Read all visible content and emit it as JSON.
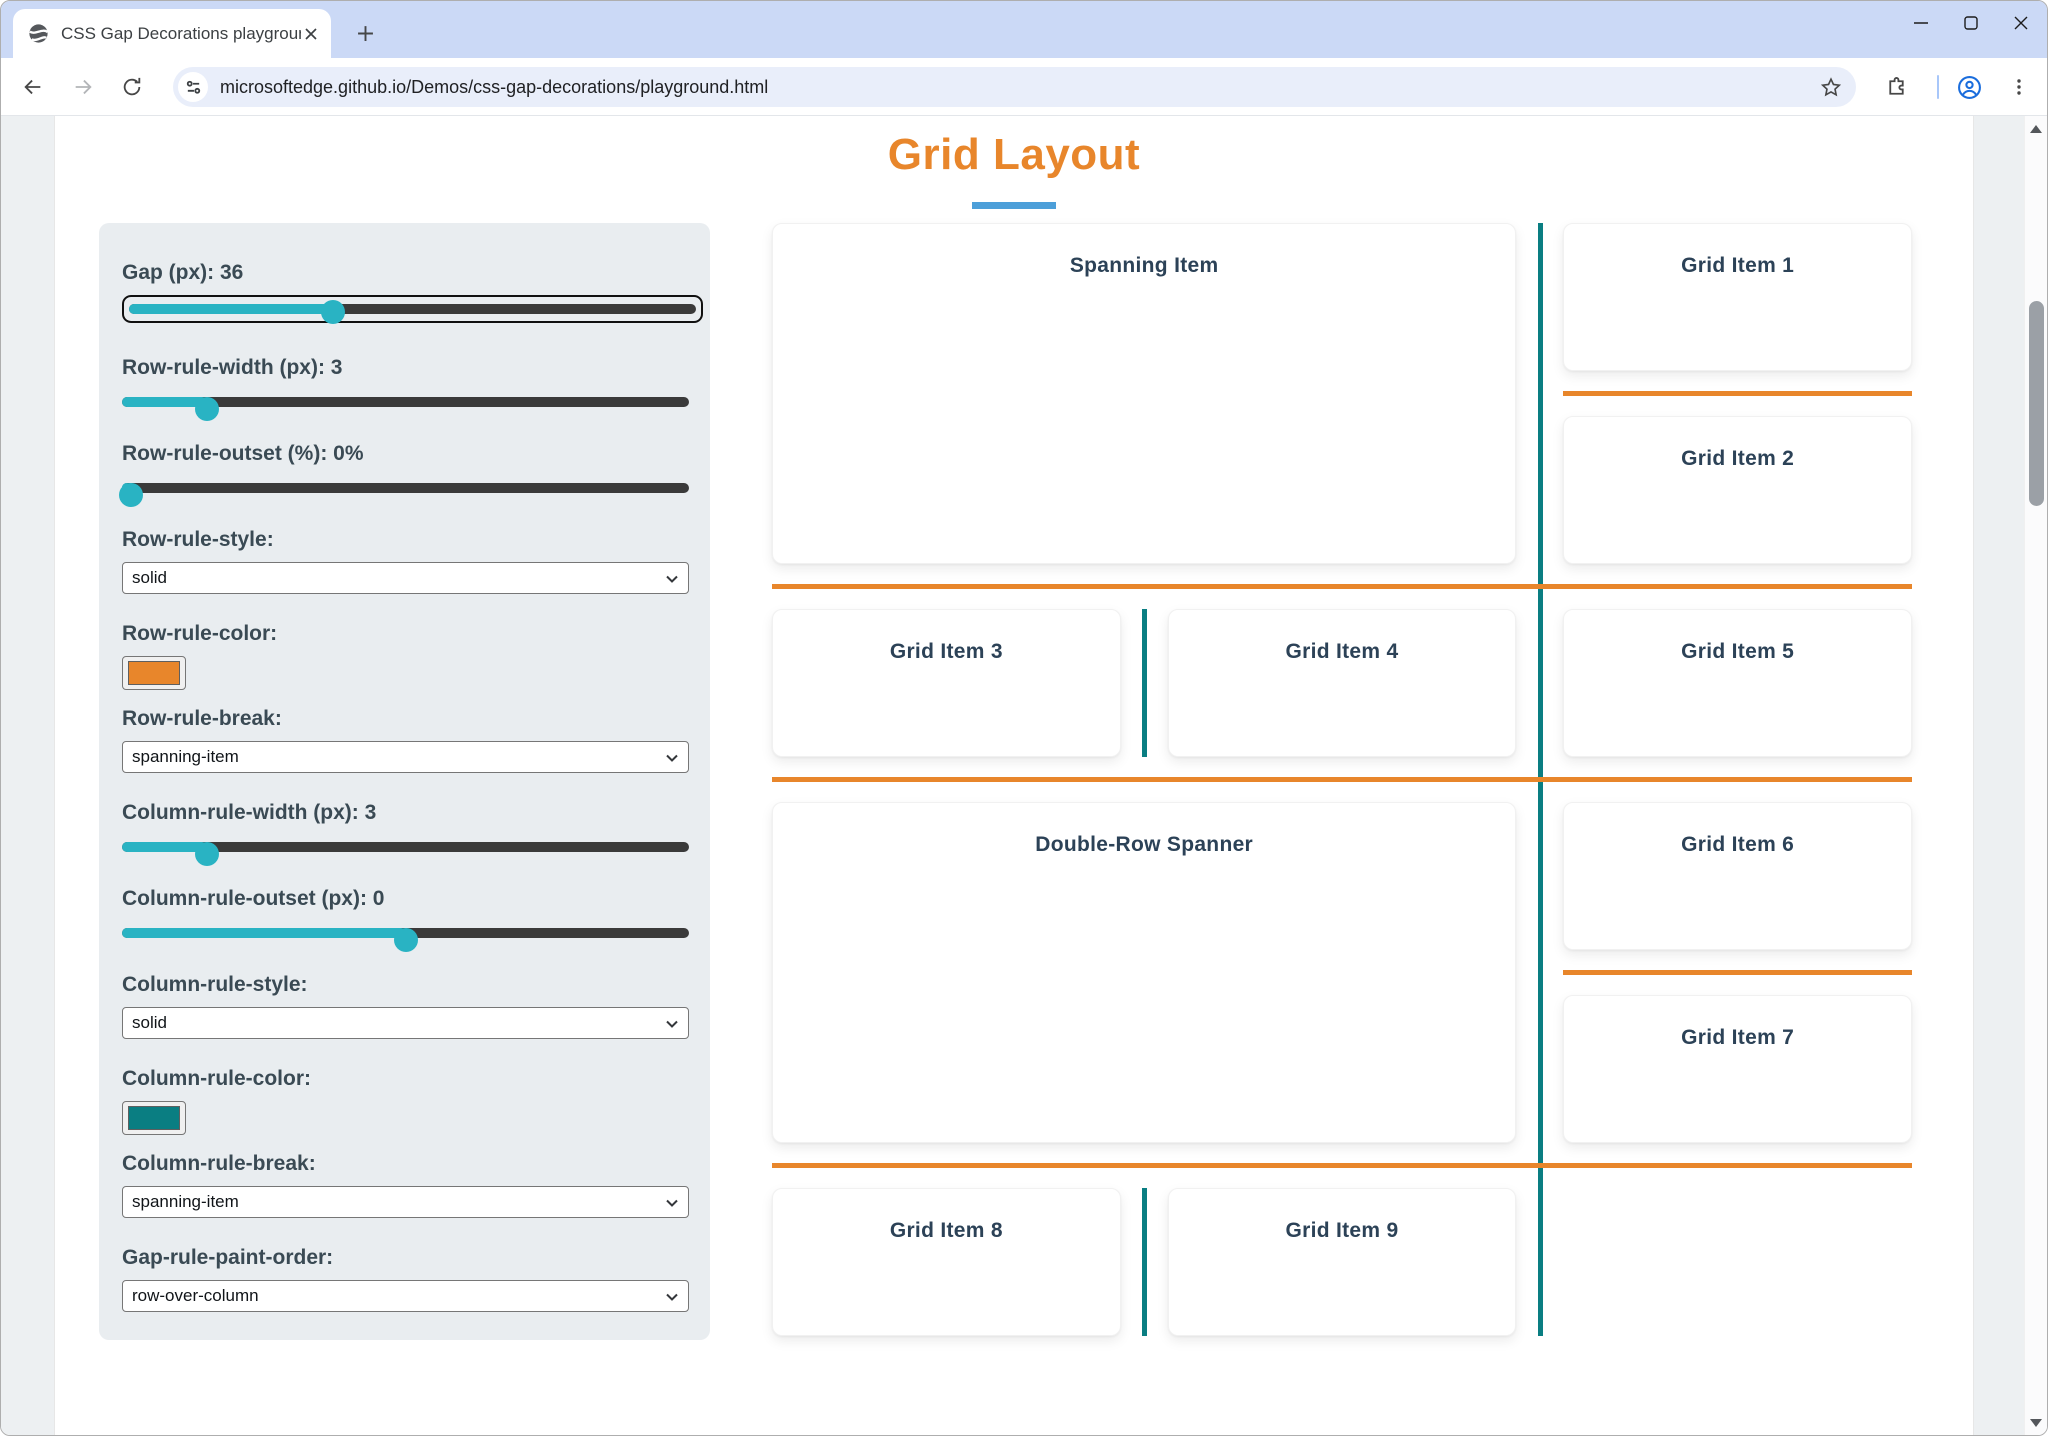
{
  "browser": {
    "tab": {
      "title": "CSS Gap Decorations playgroun",
      "favicon": "globe-icon"
    },
    "new_tab_label": "+",
    "url": "microsoftedge.github.io/Demos/css-gap-decorations/playground.html",
    "window_controls": [
      "minimize",
      "maximize",
      "close"
    ]
  },
  "page": {
    "title": "Grid Layout"
  },
  "sidebar": {
    "controls": [
      {
        "id": "gap",
        "type": "range",
        "label": "Gap (px): 36",
        "percent": 36,
        "focused": true
      },
      {
        "id": "row-rule-width",
        "type": "range",
        "label": "Row-rule-width (px): 3",
        "percent": 15
      },
      {
        "id": "row-rule-outset",
        "type": "range",
        "label": "Row-rule-outset (%): 0%",
        "percent": 1.5
      },
      {
        "id": "row-rule-style",
        "type": "select",
        "label": "Row-rule-style:",
        "value": "solid"
      },
      {
        "id": "row-rule-color",
        "type": "color",
        "label": "Row-rule-color:",
        "value": "#e8862b"
      },
      {
        "id": "row-rule-break",
        "type": "select",
        "label": "Row-rule-break:",
        "value": "spanning-item"
      },
      {
        "id": "column-rule-width",
        "type": "range",
        "label": "Column-rule-width (px): 3",
        "percent": 15
      },
      {
        "id": "column-rule-outset",
        "type": "range",
        "label": "Column-rule-outset (px): 0",
        "percent": 50
      },
      {
        "id": "column-rule-style",
        "type": "select",
        "label": "Column-rule-style:",
        "value": "solid"
      },
      {
        "id": "column-rule-color",
        "type": "color",
        "label": "Column-rule-color:",
        "value": "#0a7e82"
      },
      {
        "id": "column-rule-break",
        "type": "select",
        "label": "Column-rule-break:",
        "value": "spanning-item"
      },
      {
        "id": "gap-rule-paint-order",
        "type": "select",
        "label": "Gap-rule-paint-order:",
        "value": "row-over-column"
      }
    ]
  },
  "grid": {
    "items": [
      {
        "label": "Spanning Item"
      },
      {
        "label": "Grid Item 1"
      },
      {
        "label": "Grid Item 2"
      },
      {
        "label": "Grid Item 3"
      },
      {
        "label": "Grid Item 4"
      },
      {
        "label": "Grid Item 5"
      },
      {
        "label": "Double-Row Spanner"
      },
      {
        "label": "Grid Item 6"
      },
      {
        "label": "Grid Item 7"
      },
      {
        "label": "Grid Item 8"
      },
      {
        "label": "Grid Item 9"
      }
    ]
  },
  "theme": {
    "title_orange": "#e8862b",
    "underline_blue": "#4c9fd9",
    "row_rule": "#e8862b",
    "column_rule": "#0a7e82",
    "slider_accent": "#29b3c3",
    "slider_track": "#3a3a3a",
    "label_color": "#3a4a54",
    "card_text": "#2c4257",
    "sidebar_bg": "#e9edf0",
    "body_strip": "#edf0f2",
    "tabstrip_bg": "#cbd9f6",
    "urlbar_bg": "#e9eefa"
  }
}
